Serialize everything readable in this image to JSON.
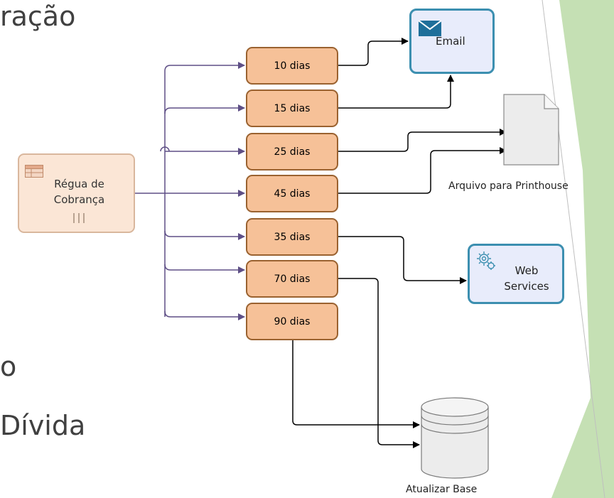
{
  "slide": {
    "fragments": [
      "ração",
      "o",
      "Dívida"
    ]
  },
  "nodes": {
    "regua": {
      "label": "Régua de Cobrança",
      "line1": "Régua de",
      "line2": "Cobrança"
    },
    "days": [
      "10 dias",
      "15 dias",
      "25 dias",
      "45 dias",
      "35 dias",
      "70 dias",
      "90 dias"
    ],
    "email": "Email",
    "web_services": {
      "line1": "Web",
      "line2": "Services"
    },
    "arquivo": "Arquivo para Printhouse",
    "atualizar": "Atualizar Base"
  },
  "colors": {
    "day_fill": "#f6c198",
    "day_border": "#9a6230",
    "source_fill": "#fbe6d6",
    "task_fill": "#e8ecfb",
    "task_border": "#3c8fb0",
    "connector_purple": "#5e4f86",
    "accent_dark_green": "#70ad47",
    "accent_light_green": "#c5e0b4"
  }
}
